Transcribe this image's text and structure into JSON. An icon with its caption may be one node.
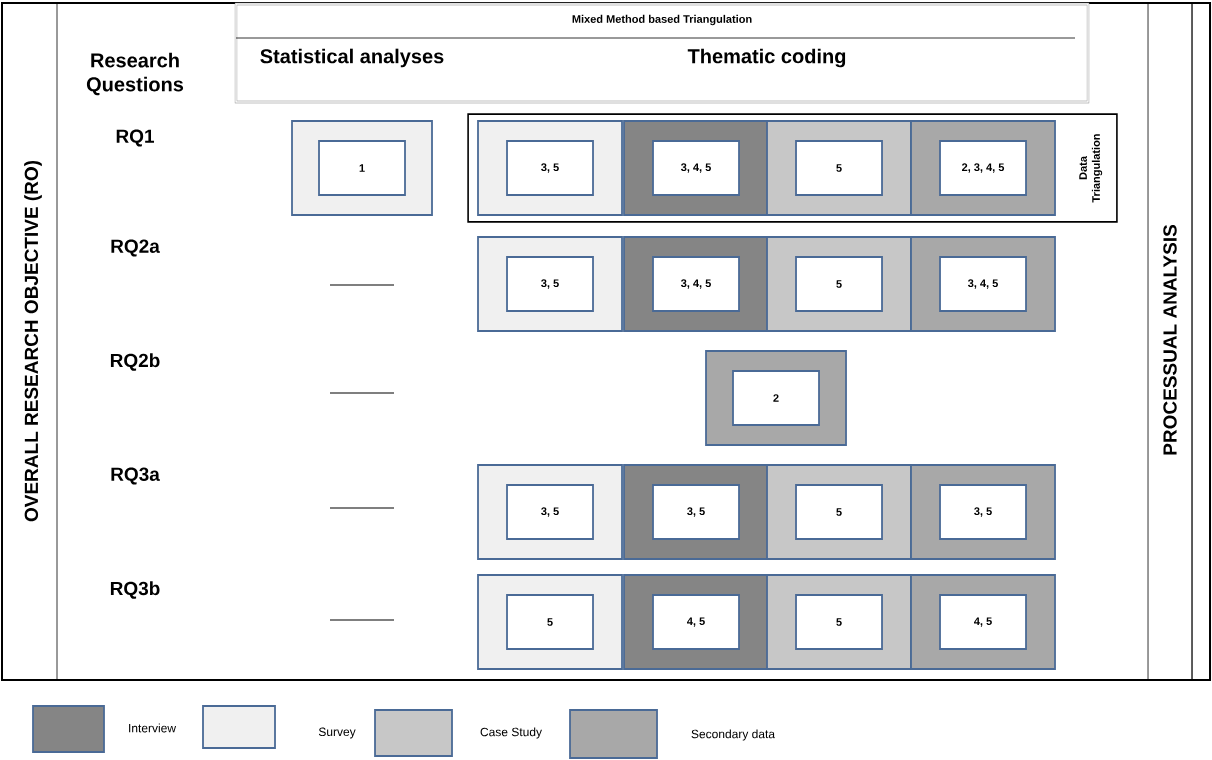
{
  "diagram": {
    "nodes": [
      {
        "text": [
          "OVERALL RESEARCH OBJECTIVE (RO)"
        ]
      },
      {
        "text": [
          "Mixed Method based Triangulation",
          "Statistical analyses",
          "Thematic coding"
        ]
      },
      {
        "text": [
          "PROCESSUAL ANALYSIS"
        ]
      },
      {
        "text": [
          "Data Triangulation"
        ]
      },
      {
        "text": [],
        "shape": "box"
      },
      {
        "text": [
          "1"
        ],
        "in": 4
      },
      {
        "text": [],
        "shape": "box",
        "in": 3
      },
      {
        "text": [
          "3, 5"
        ],
        "in": 6
      },
      {
        "text": [],
        "shape": "box",
        "in": 3
      },
      {
        "text": [
          "3, 4, 5"
        ],
        "in": 8
      },
      {
        "text": [],
        "shape": "box",
        "in": 3
      },
      {
        "text": [
          "5"
        ],
        "in": 10
      },
      {
        "text": [],
        "shape": "box",
        "in": 3
      },
      {
        "text": [
          "2, 3, 4, 5"
        ],
        "in": 12
      },
      {
        "text": [],
        "shape": "box"
      },
      {
        "text": [
          "3, 5"
        ],
        "in": 14
      },
      {
        "text": [],
        "shape": "box"
      },
      {
        "text": [
          "3, 4, 5"
        ],
        "in": 16
      },
      {
        "text": [],
        "shape": "box"
      },
      {
        "text": [
          "5"
        ],
        "in": 18
      },
      {
        "text": [],
        "shape": "box"
      },
      {
        "text": [
          "3, 4, 5"
        ],
        "in": 20
      },
      {
        "text": [],
        "shape": "box"
      },
      {
        "text": [
          "2"
        ],
        "in": 22
      },
      {
        "text": [],
        "shape": "box"
      },
      {
        "text": [
          "3, 5"
        ],
        "in": 24
      },
      {
        "text": [],
        "shape": "box"
      },
      {
        "text": [
          "3, 5"
        ],
        "in": 26
      },
      {
        "text": [],
        "shape": "box"
      },
      {
        "text": [
          "5"
        ],
        "in": 28
      },
      {
        "text": [],
        "shape": "box"
      },
      {
        "text": [
          "3, 5"
        ],
        "in": 30
      },
      {
        "text": [],
        "shape": "box"
      },
      {
        "text": [
          "5"
        ],
        "in": 32
      },
      {
        "text": [],
        "shape": "box"
      },
      {
        "text": [
          "4, 5"
        ],
        "in": 34
      },
      {
        "text": [],
        "shape": "box"
      },
      {
        "text": [
          "5"
        ],
        "in": 36
      },
      {
        "text": [],
        "shape": "box"
      },
      {
        "text": [
          "4, 5"
        ],
        "in": 38
      }
    ],
    "labels": [
      "Research Questions",
      "RQ1",
      "RQ2a",
      "RQ2b",
      "RQ3a",
      "RQ3b"
    ],
    "legend": [
      {
        "text": "Interview"
      },
      {
        "text": "Survey"
      },
      {
        "text": "Case Study"
      },
      {
        "text": "Secondary data"
      }
    ]
  }
}
